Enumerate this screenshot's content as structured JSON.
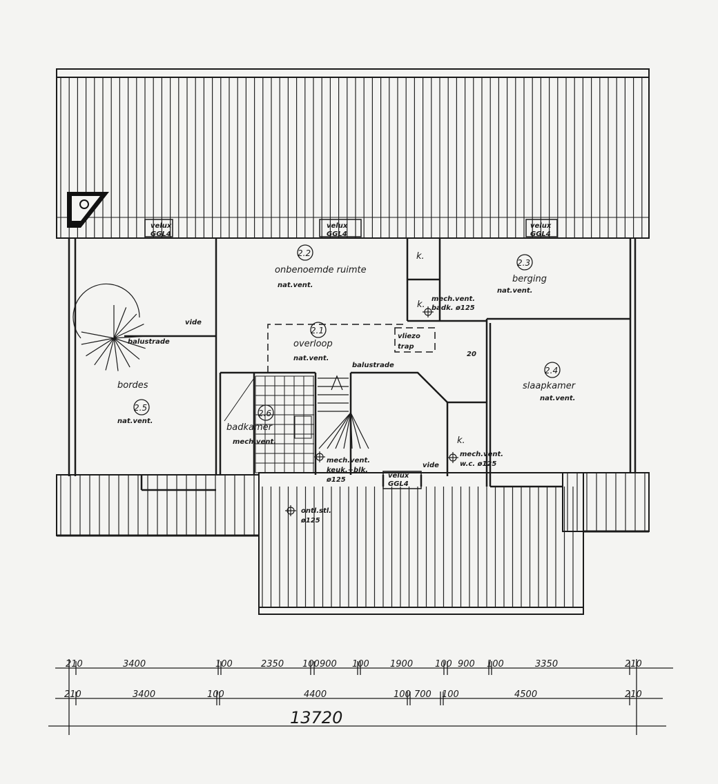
{
  "rooms": [
    {
      "number": "2.1",
      "name": "overloop",
      "vent": "nat.vent."
    },
    {
      "number": "2.2",
      "name": "onbenoemde ruimte",
      "vent": "nat.vent."
    },
    {
      "number": "2.3",
      "name": "berging",
      "vent": "nat.vent."
    },
    {
      "number": "2.4",
      "name": "slaapkamer",
      "vent": "nat.vent."
    },
    {
      "number": "2.5",
      "name": "bordes",
      "vent": "nat.vent."
    },
    {
      "number": "2.6",
      "name": "badkamer",
      "vent": "mech.vent."
    }
  ],
  "labels": {
    "velux": "velux",
    "ggl4": "GGL4",
    "vide": "vide",
    "balustrade": "balustrade",
    "k": "k.",
    "mech_badk_1": "mech.vent.",
    "mech_badk_2": "badk.  ø125",
    "vliezo_1": "vliezo",
    "vliezo_2": "trap",
    "twenty": "20",
    "mech_keuk_1": "mech.vent.",
    "mech_keuk_2": "keuk.+blk.",
    "mech_keuk_3": "ø125",
    "mech_wc_1": "mech.vent.",
    "mech_wc_2": "w.c.  ø125",
    "ontl_1": "ontl.stl.",
    "ontl_2": "ø125"
  },
  "dimensions": {
    "row1": [
      "210",
      "3400",
      "100",
      "2350",
      "100",
      "900",
      "100",
      "1900",
      "100",
      "900",
      "100",
      "3350",
      "210"
    ],
    "row2": [
      "210",
      "3400",
      "100",
      "4400",
      "100",
      "700",
      "100",
      "4500",
      "210"
    ],
    "total": "13720"
  }
}
